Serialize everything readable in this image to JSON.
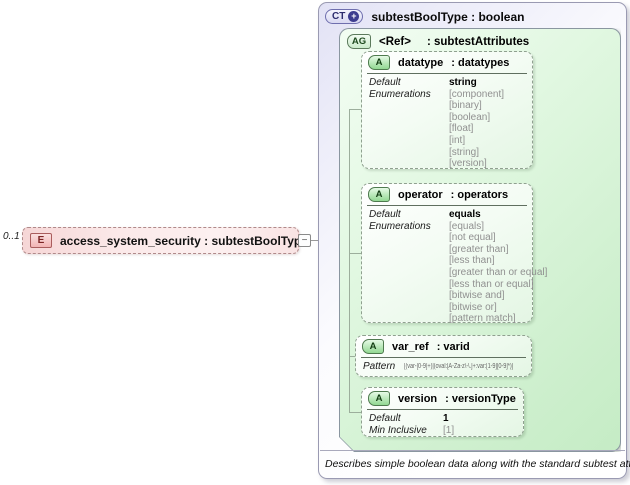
{
  "cardinality": "0..1",
  "element": {
    "badge": "E",
    "label": "access_system_security : subtestBoolType"
  },
  "icons": {
    "expand": "+",
    "collapse": "−"
  },
  "complex_type": {
    "badge": "CT",
    "title": "subtestBoolType : boolean",
    "description": "Describes simple boolean data along with the standard subtest attributes."
  },
  "attribute_group": {
    "badge": "AG",
    "name": "<Ref>",
    "type": ": subtestAttributes"
  },
  "attributes": [
    {
      "badge": "A",
      "name": "datatype",
      "type": ": datatypes",
      "rows": [
        {
          "label": "Default",
          "value": "string"
        },
        {
          "label": "Enumerations",
          "value": "[component]"
        },
        {
          "label": "",
          "value": "[binary]"
        },
        {
          "label": "",
          "value": "[boolean]"
        },
        {
          "label": "",
          "value": "[float]"
        },
        {
          "label": "",
          "value": "[int]"
        },
        {
          "label": "",
          "value": "[string]"
        },
        {
          "label": "",
          "value": "[version]"
        }
      ]
    },
    {
      "badge": "A",
      "name": "operator",
      "type": ": operators",
      "rows": [
        {
          "label": "Default",
          "value": "equals"
        },
        {
          "label": "Enumerations",
          "value": "[equals]"
        },
        {
          "label": "",
          "value": "[not equal]"
        },
        {
          "label": "",
          "value": "[greater than]"
        },
        {
          "label": "",
          "value": "[less than]"
        },
        {
          "label": "",
          "value": "[greater than or equal]"
        },
        {
          "label": "",
          "value": "[less than or equal]"
        },
        {
          "label": "",
          "value": "[bitwise and]"
        },
        {
          "label": "",
          "value": "[bitwise or]"
        },
        {
          "label": "",
          "value": "[pattern match]"
        }
      ]
    },
    {
      "badge": "A",
      "name": "var_ref",
      "type": ": varid",
      "rows": [
        {
          "label": "Pattern",
          "value": "[(var-[0-9]+)|(oval:[A-Za-z\\-\\.]+:var:[1-9][0-9]*)]"
        }
      ]
    },
    {
      "badge": "A",
      "name": "version",
      "type": ": versionType",
      "rows": [
        {
          "label": "Default",
          "value": "1"
        },
        {
          "label": "Min Inclusive",
          "value": "[1]"
        }
      ]
    }
  ],
  "colors": {
    "element_fill": "#f6d6d6",
    "complex_type_fill": "#e2e2f5",
    "attribute_group_fill": "#d9f3d9",
    "attribute_badge_green": "#92d892",
    "element_badge_pink": "#f2b4b4",
    "expand_icon_blue": "#3d3d8f"
  }
}
